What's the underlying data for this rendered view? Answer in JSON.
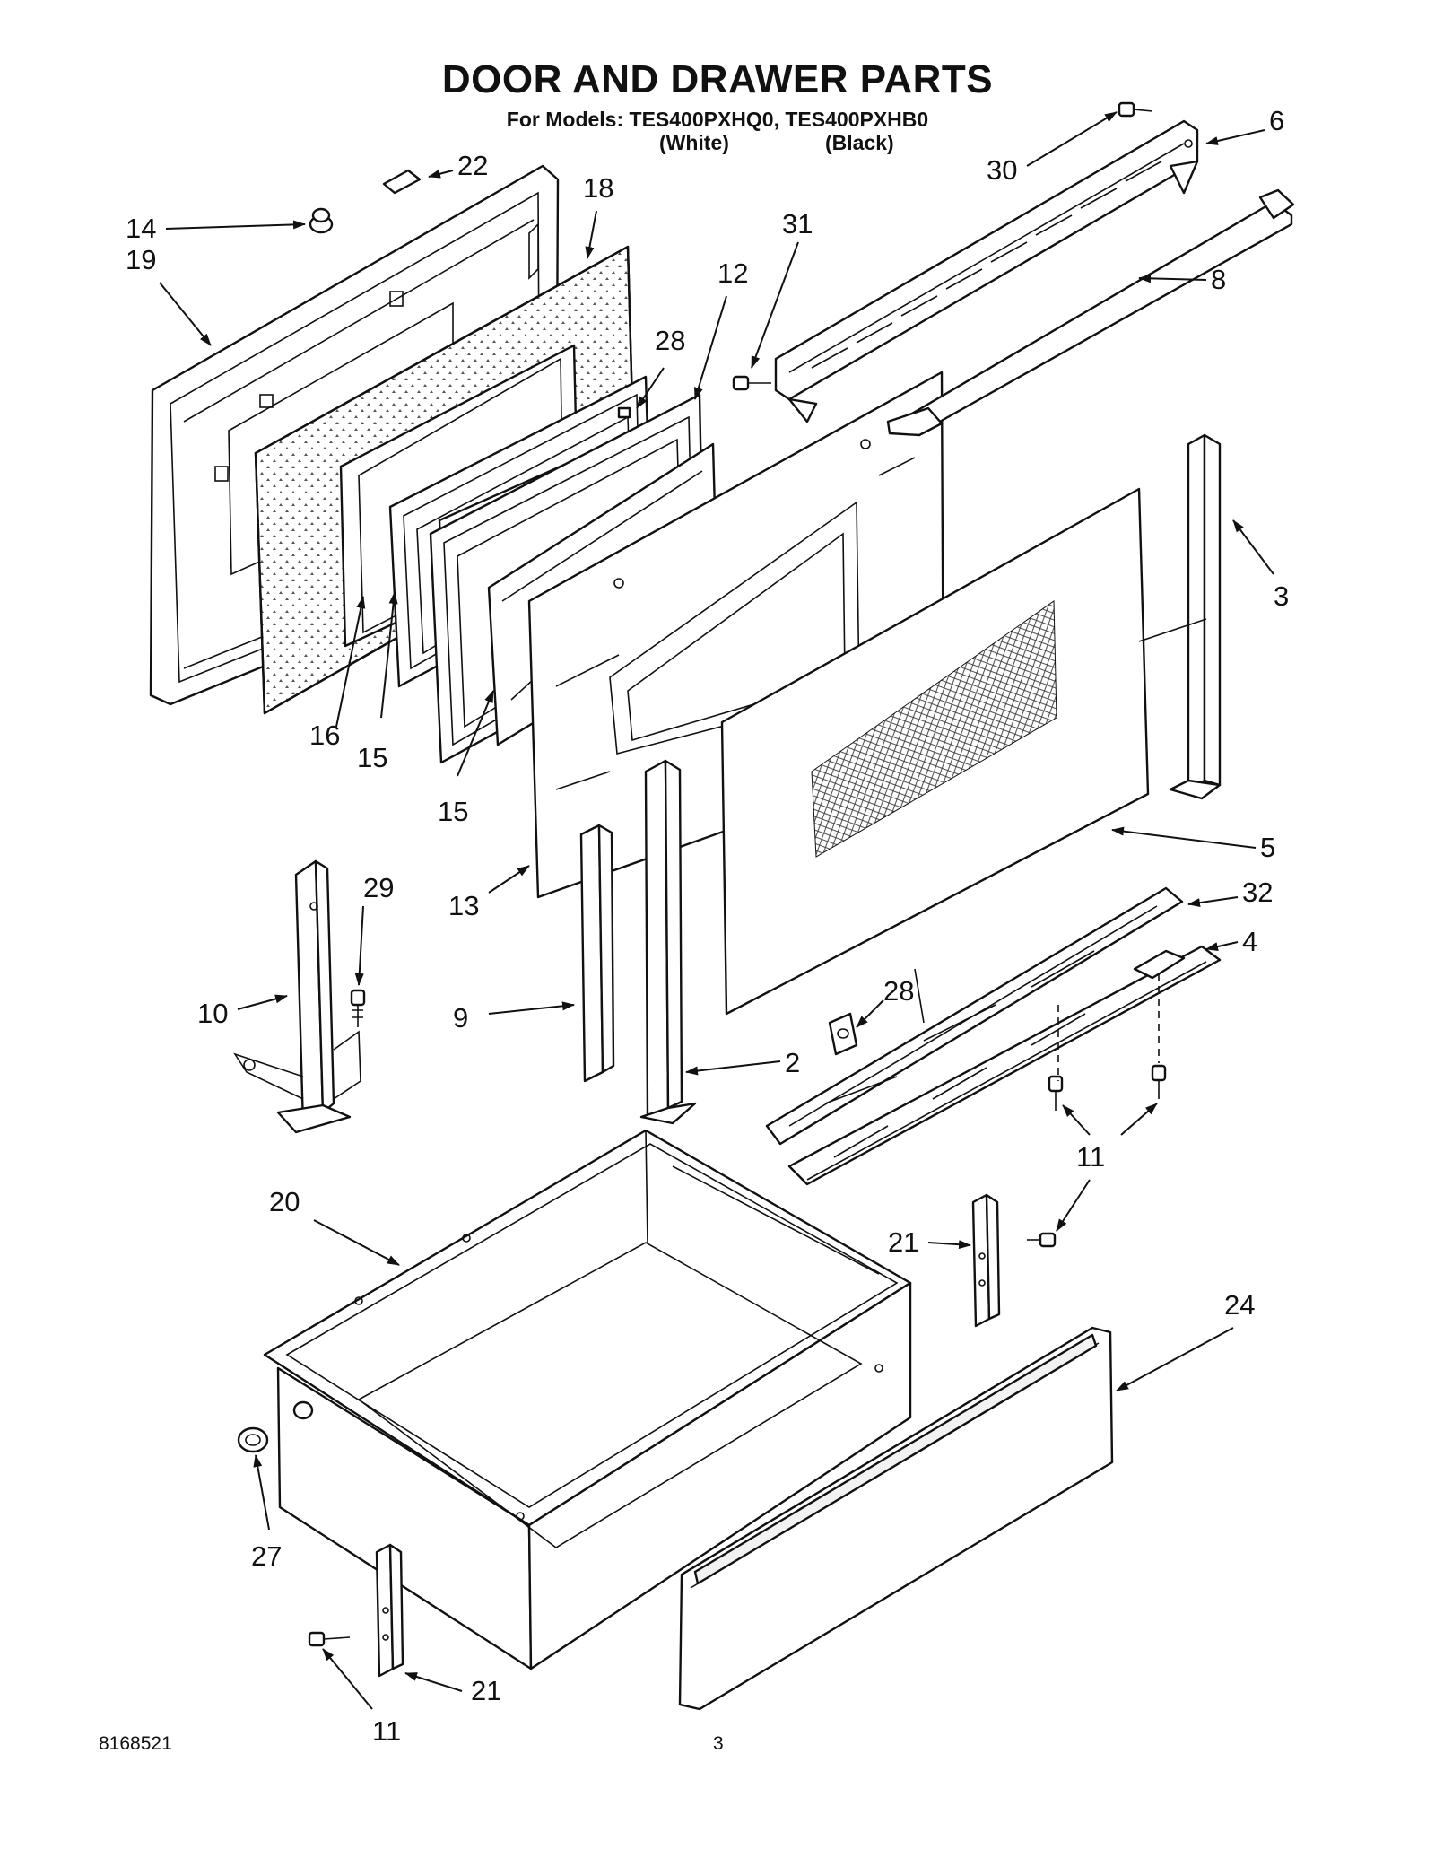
{
  "header": {
    "title": "DOOR AND DRAWER PARTS",
    "models_line": "For Models: TES400PXHQ0, TES400PXHB0",
    "variant_white": "(White)",
    "variant_black": "(Black)"
  },
  "footer": {
    "doc_number": "8168521",
    "page_number": "3"
  },
  "callouts": {
    "c2": "2",
    "c3": "3",
    "c4": "4",
    "c5": "5",
    "c6": "6",
    "c8": "8",
    "c9": "9",
    "c10": "10",
    "c11a": "11",
    "c11b": "11",
    "c12": "12",
    "c13": "13",
    "c14": "14",
    "c15a": "15",
    "c15b": "15",
    "c16": "16",
    "c18": "18",
    "c19": "19",
    "c20": "20",
    "c21a": "21",
    "c21b": "21",
    "c22": "22",
    "c24": "24",
    "c27": "27",
    "c28a": "28",
    "c28b": "28",
    "c29": "29",
    "c30": "30",
    "c31": "31",
    "c32": "32"
  }
}
